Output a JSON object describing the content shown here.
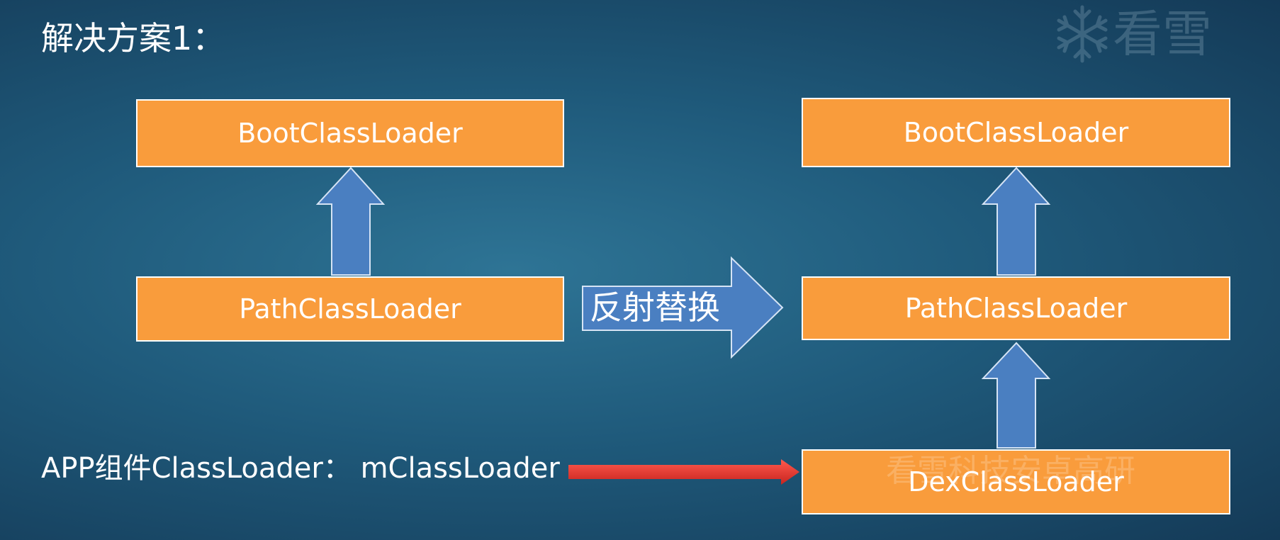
{
  "title": "解决方案1：",
  "watermark": {
    "logo_text": "看雪",
    "bottom_text": "看雪科技安卓高研"
  },
  "left_column": {
    "top_box": "BootClassLoader",
    "middle_box": "PathClassLoader"
  },
  "right_column": {
    "top_box": "BootClassLoader",
    "middle_box": "PathClassLoader",
    "bottom_box": "DexClassLoader"
  },
  "transition_label": "反射替换",
  "app_label": "APP组件ClassLoader： mClassLoader",
  "colors": {
    "box_fill": "#f99c3c",
    "arrow_fill": "#4a7fc1",
    "pointer_arrow": "#e0322f",
    "background": "#1f5a7b"
  }
}
